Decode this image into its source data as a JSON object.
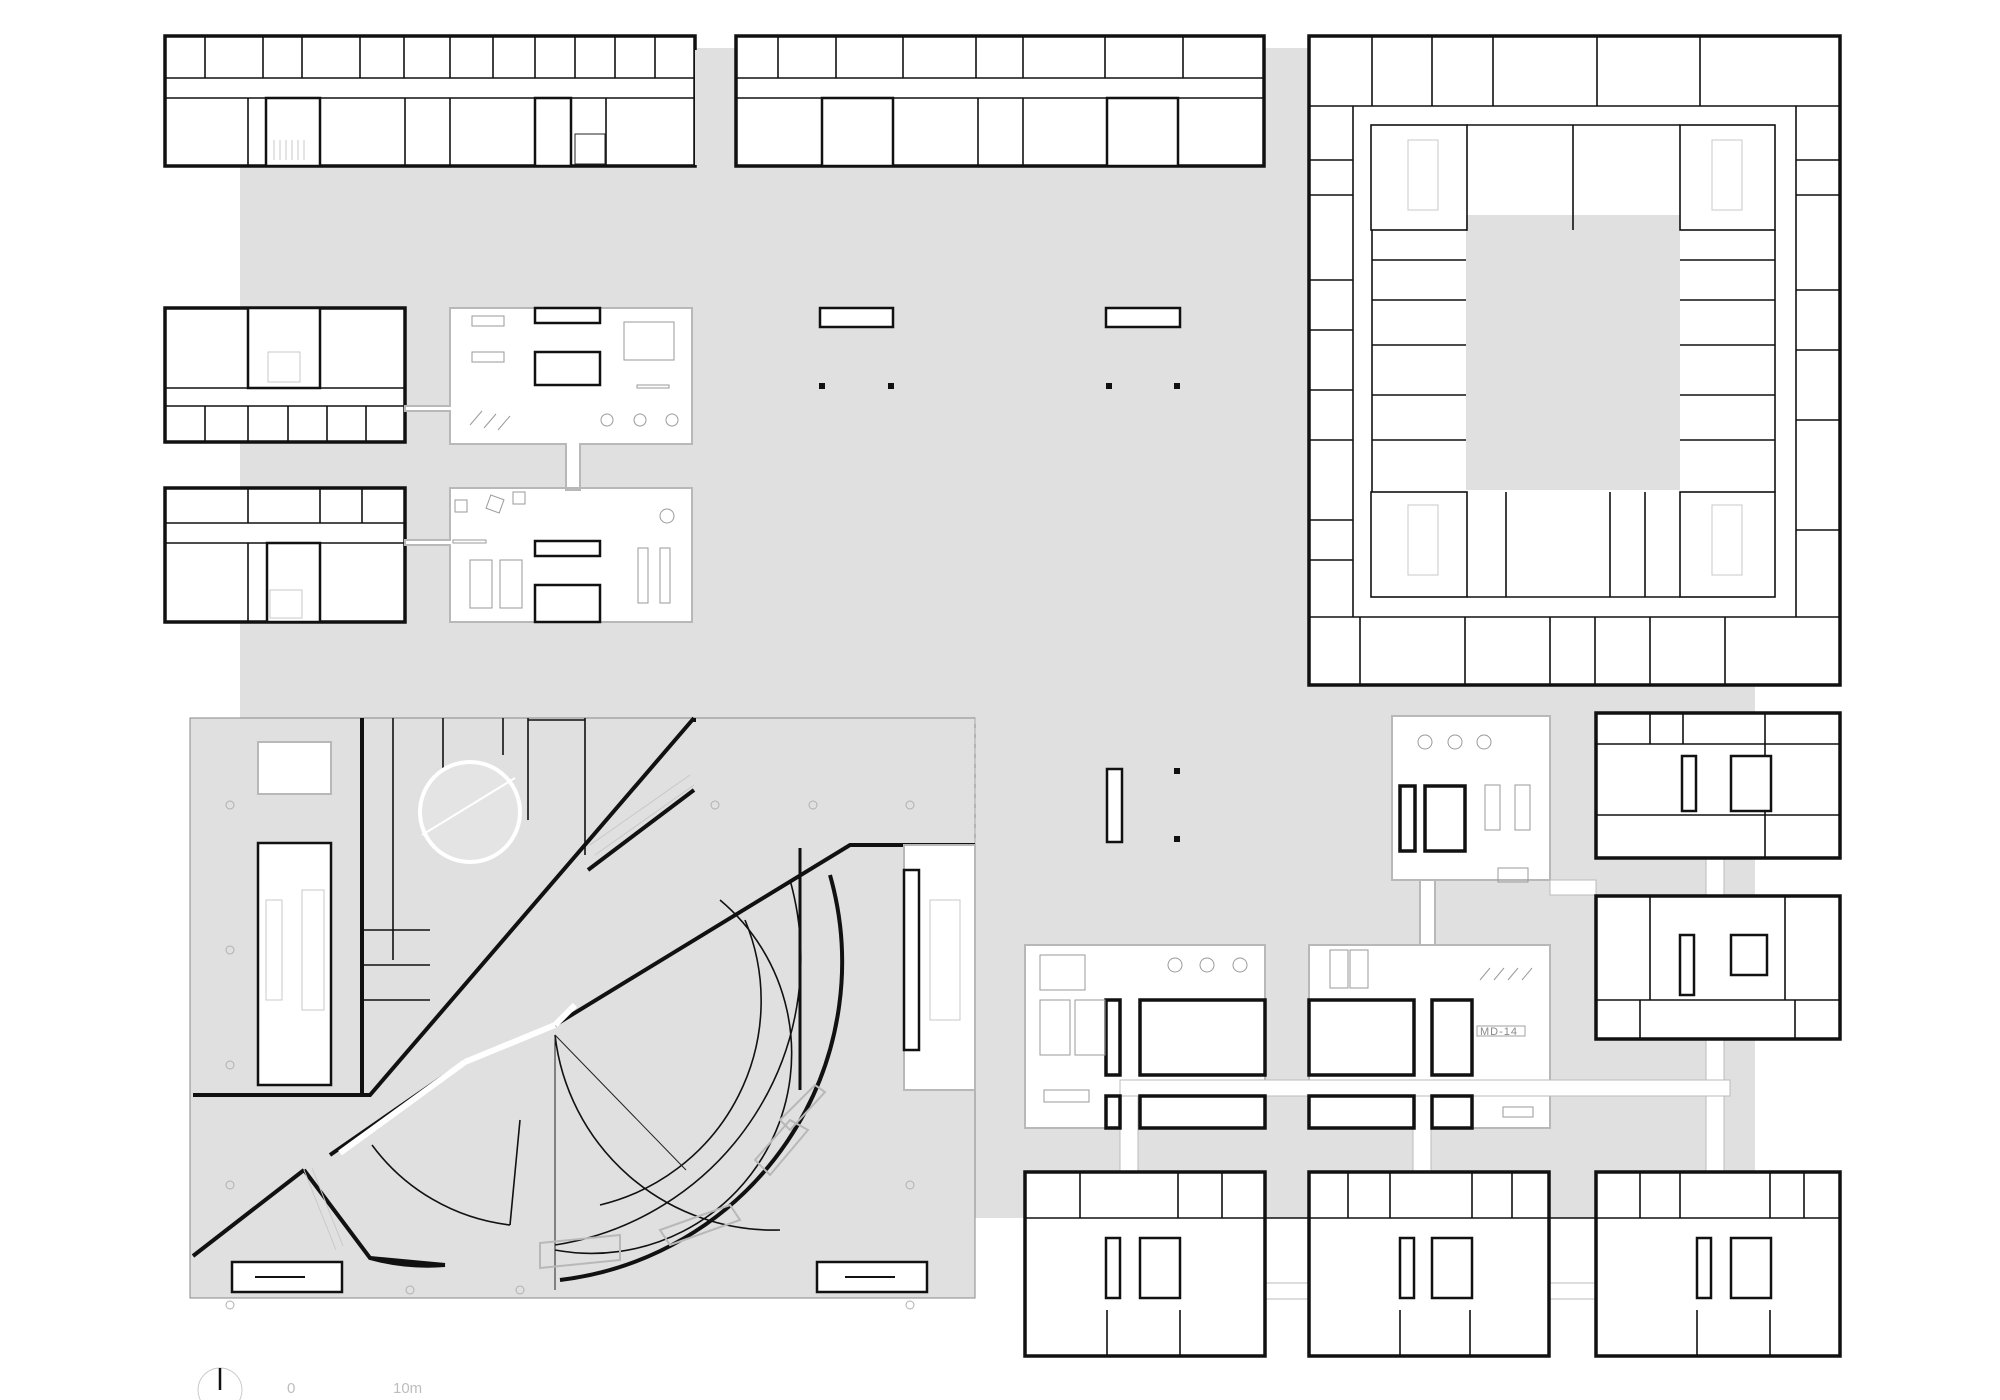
{
  "drawing": {
    "type": "architectural floor plan",
    "background": "#ffffff",
    "plaza_color": "#e0e0e0",
    "wall_color": "#111111"
  },
  "labels": {
    "room_tag": "MD-14"
  },
  "scale_bar": {
    "start_label": "0",
    "end_label": "10m"
  },
  "north_arrow": {
    "icon": "north-arrow-icon"
  },
  "zones": [
    {
      "id": "top-left-wing",
      "kind": "office wing"
    },
    {
      "id": "top-middle-wing",
      "kind": "office wing"
    },
    {
      "id": "right-courtyard-block",
      "kind": "office block with courtyard"
    },
    {
      "id": "left-upper-wing",
      "kind": "office wing"
    },
    {
      "id": "left-lower-wing",
      "kind": "office wing"
    },
    {
      "id": "lounge-a",
      "kind": "lounge"
    },
    {
      "id": "lounge-b",
      "kind": "lounge"
    },
    {
      "id": "auditorium-hall",
      "kind": "semicircular auditorium"
    },
    {
      "id": "round-room",
      "kind": "circular room"
    },
    {
      "id": "bottom-right-cluster",
      "kind": "office cluster"
    }
  ]
}
